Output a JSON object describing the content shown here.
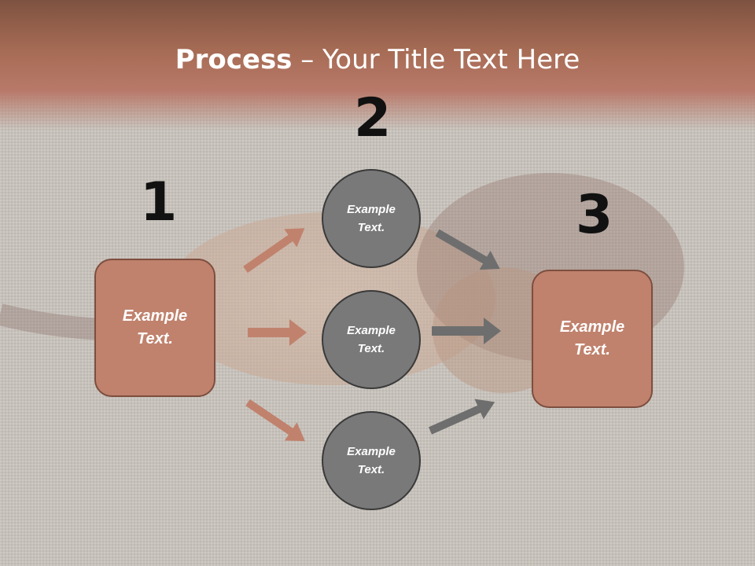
{
  "slide": {
    "title_bold": "Process",
    "title_rest": " – Your Title Text Here"
  },
  "steps": {
    "n1": "1",
    "n2": "2",
    "n3": "3"
  },
  "left_box": {
    "text": "Example\nText."
  },
  "right_box": {
    "text": "Example\nText."
  },
  "circles": [
    {
      "text": "Example\nText."
    },
    {
      "text": "Example\nText."
    },
    {
      "text": "Example\nText."
    }
  ],
  "colors": {
    "header": "#a76c55",
    "box_fill": "#c0826d",
    "circle_fill": "#797979",
    "arrow_left": "#c0826d",
    "arrow_right": "#6e6e6e"
  }
}
